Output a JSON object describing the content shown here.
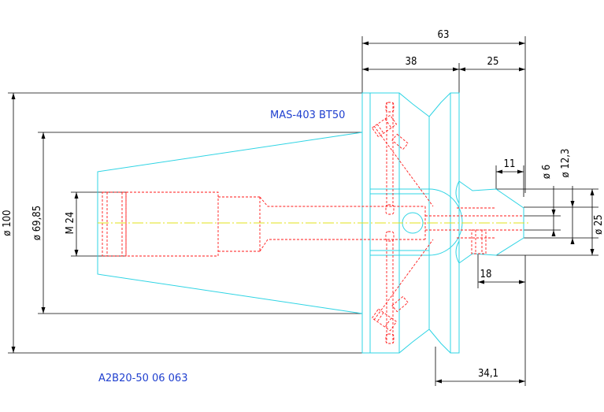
{
  "labels": {
    "model": "MAS-403 BT50",
    "part_number": "A2B20-50 06 063"
  },
  "dimensions": {
    "overall_length": "63",
    "flange_length": "38",
    "nose_length": "25",
    "nose_step": "11",
    "bore_dia": "ø 6",
    "bore_dia_2": "ø 12,3",
    "nose_dia": "ø 25",
    "pin_offset": "18",
    "front_length": "34,1",
    "outer_dia": "ø 100",
    "taper_dia": "ø 69,85",
    "thread": "M 24"
  },
  "colors": {
    "outline": "#2fd4e4",
    "hidden": "#ff1a1a",
    "centerline": "#e3e31a",
    "dimension": "#000000",
    "label": "#1f3fcf"
  }
}
